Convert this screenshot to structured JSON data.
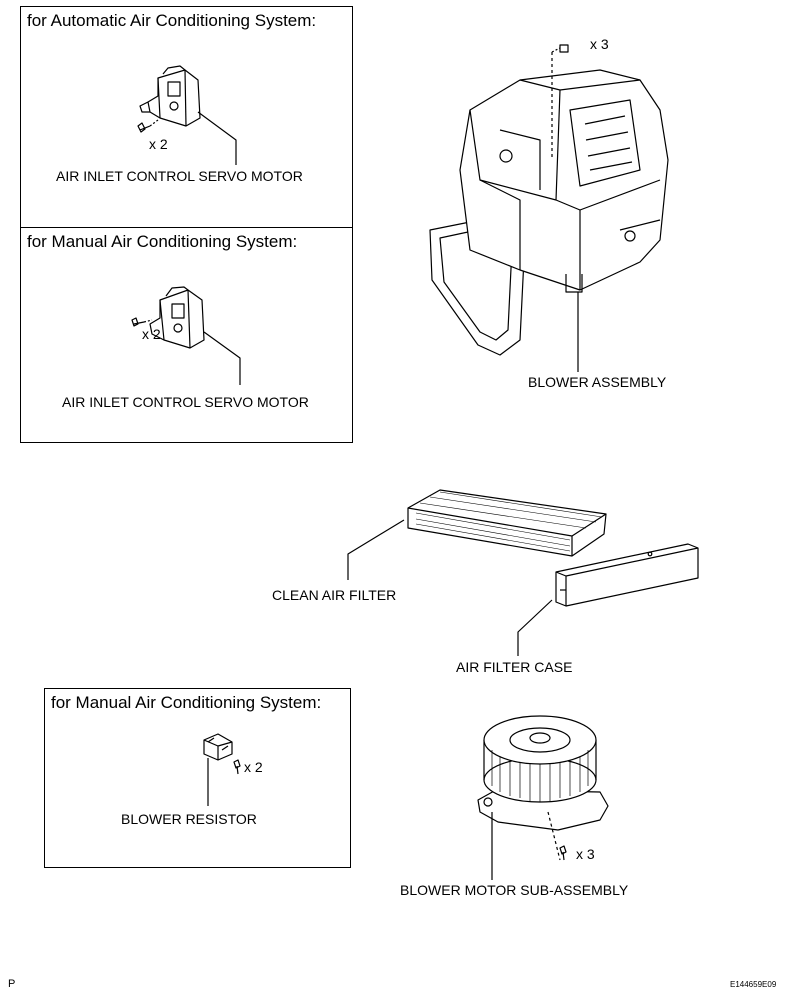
{
  "panels": {
    "auto_servo": {
      "title": "for Automatic Air Conditioning System:",
      "qty": "x 2",
      "label": "AIR INLET CONTROL SERVO MOTOR"
    },
    "manual_servo": {
      "title": "for Manual Air Conditioning System:",
      "qty": "x 2",
      "label": "AIR INLET CONTROL SERVO MOTOR"
    },
    "manual_resistor": {
      "title": "for Manual Air Conditioning System:",
      "qty": "x 2",
      "label": "BLOWER RESISTOR"
    }
  },
  "blower_assembly": {
    "qty": "x 3",
    "label": "BLOWER ASSEMBLY"
  },
  "clean_air_filter": {
    "label": "CLEAN AIR FILTER"
  },
  "air_filter_case": {
    "label": "AIR FILTER CASE"
  },
  "blower_motor": {
    "qty": "x 3",
    "label": "BLOWER MOTOR SUB-ASSEMBLY"
  },
  "footer": {
    "page_marker": "P",
    "figure_code": "E144659E09"
  }
}
